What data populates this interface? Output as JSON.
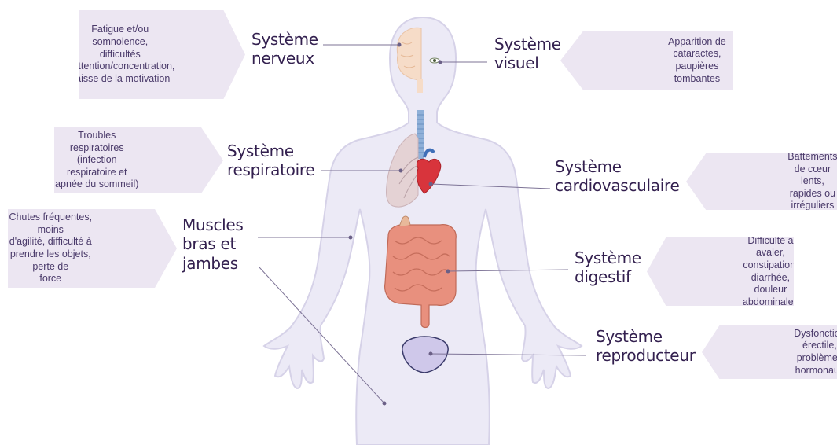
{
  "systems": {
    "nerveux": {
      "title_line1": "Système",
      "title_line2": "nerveux",
      "symptoms": [
        "Fatigue et/ou somnolence,",
        "difficultés",
        "d'attention/concentration,",
        "baisse de la motivation"
      ]
    },
    "visuel": {
      "title_line1": "Système",
      "title_line2": "visuel",
      "symptoms": [
        "Apparition de cataractes,",
        "paupières tombantes"
      ]
    },
    "respiratoire": {
      "title_line1": "Système",
      "title_line2": "respiratoire",
      "symptoms": [
        "Troubles respiratoires",
        "(infection respiratoire et",
        "apnée du sommeil)"
      ]
    },
    "cardiovasculaire": {
      "title_line1": "Système",
      "title_line2": "cardiovasculaire",
      "symptoms": [
        "Battements de cœur lents,",
        "rapides ou irréguliers"
      ]
    },
    "muscles": {
      "title_line1": "Muscles",
      "title_line2": "bras et",
      "title_line3": "jambes",
      "symptoms": [
        "Chutes fréquentes, moins",
        "d'agilité, difficulté à",
        "prendre les objets, perte de",
        "force"
      ]
    },
    "digestif": {
      "title_line1": "Système",
      "title_line2": "digestif",
      "symptoms": [
        "Difficulté à avaler,",
        "constipation, diarrhée,",
        "douleur abdominales"
      ]
    },
    "reproducteur": {
      "title_line1": "Système",
      "title_line2": "reproducteur",
      "symptoms": [
        "Dysfonction érectile,",
        "problèmes hormonaux"
      ]
    }
  },
  "colors": {
    "body_fill": "#eceaf6",
    "body_stroke": "#d6d2e8",
    "callout_bg": "#ece6f2",
    "label_text": "#33204f",
    "leader_line": "#7d7396"
  }
}
